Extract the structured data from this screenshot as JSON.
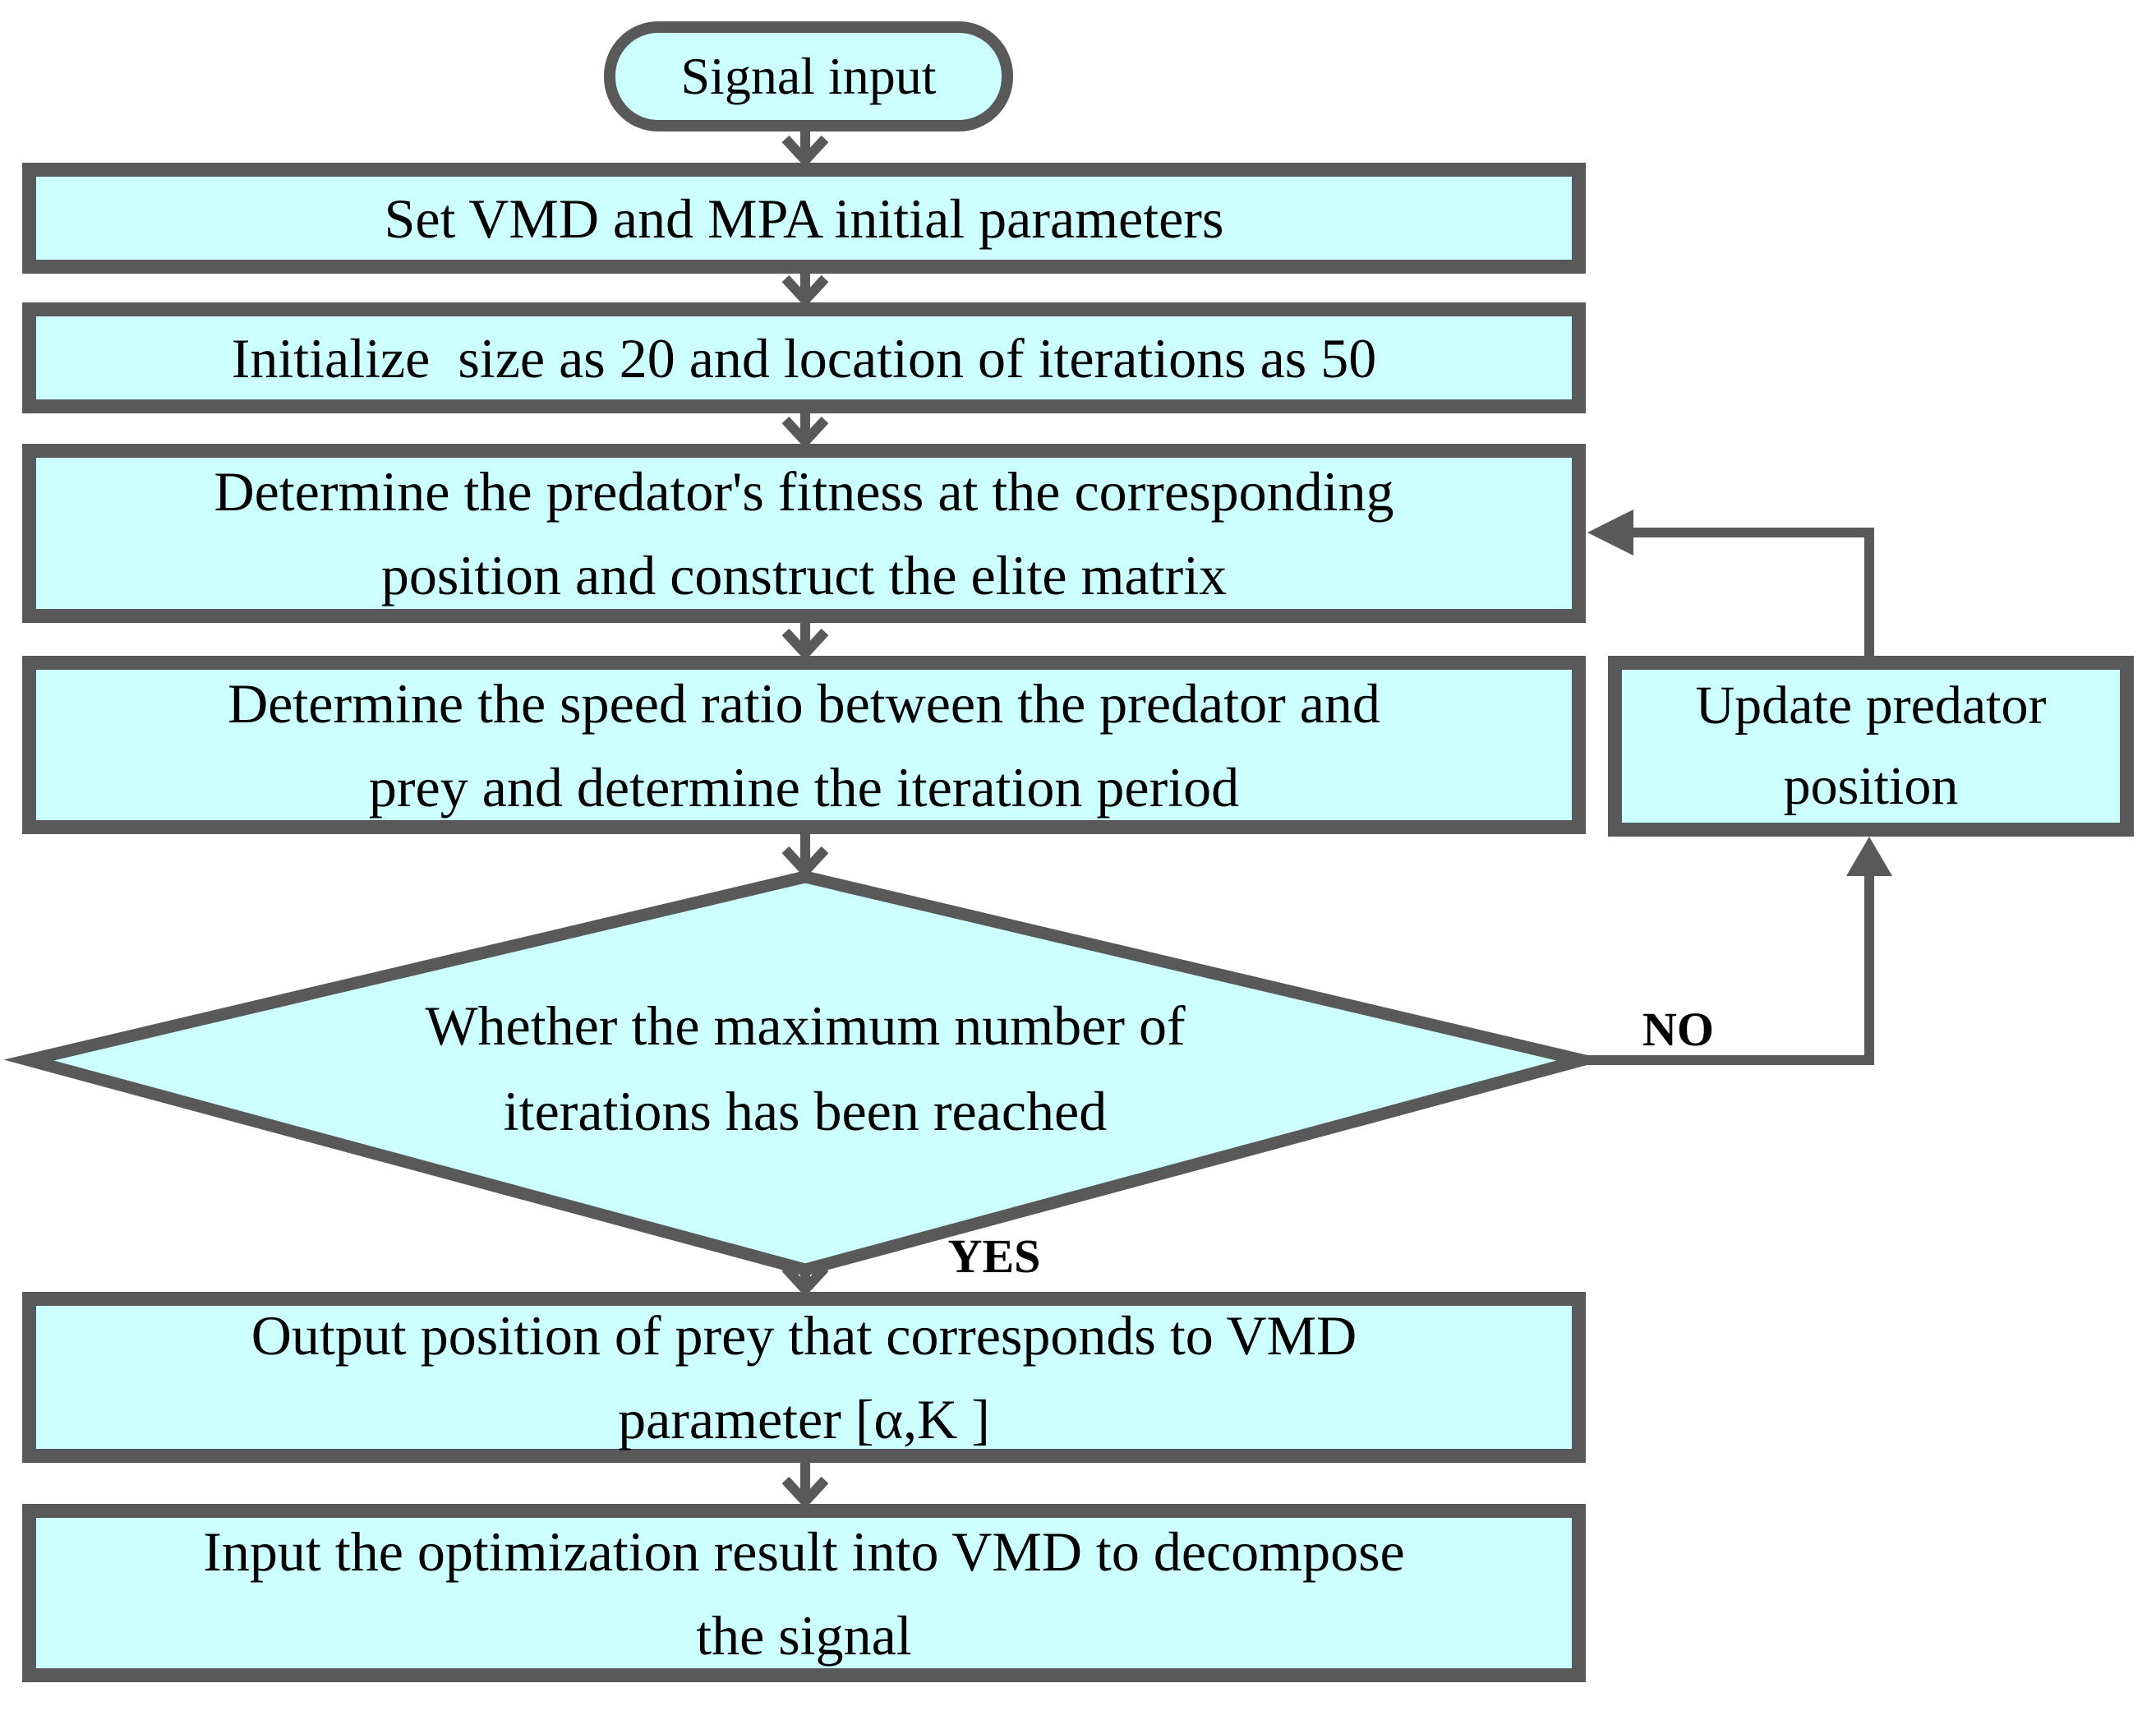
{
  "diagram_title": "MPA-VMD optimization flowchart",
  "colors": {
    "node_fill": "#ccffff",
    "node_border": "#595959",
    "connector": "#595959",
    "text": "#000000",
    "background": "#ffffff"
  },
  "nodes": {
    "signal_input": {
      "lines": [
        "Signal input"
      ]
    },
    "set_params": {
      "lines": [
        "Set VMD and MPA initial parameters"
      ]
    },
    "initialize": {
      "lines": [
        "Initialize  size as 20 and location of iterations as 50"
      ]
    },
    "fitness": {
      "lines": [
        "Determine the predator's fitness at the corresponding",
        "position and construct the elite matrix"
      ]
    },
    "speed_ratio": {
      "lines": [
        "Determine the speed ratio between the predator and",
        "prey and determine the iteration period"
      ]
    },
    "decision": {
      "lines": [
        "Whether the maximum number of",
        "iterations has been reached"
      ]
    },
    "output_prey": {
      "lines": [
        "Output position of prey that corresponds to VMD",
        "parameter [α,K ]"
      ]
    },
    "input_vmd": {
      "lines": [
        "Input the optimization result into VMD to decompose",
        "the signal"
      ]
    },
    "update_predator": {
      "lines": [
        "Update predator",
        "position"
      ]
    }
  },
  "labels": {
    "yes": "YES",
    "no": "NO"
  }
}
